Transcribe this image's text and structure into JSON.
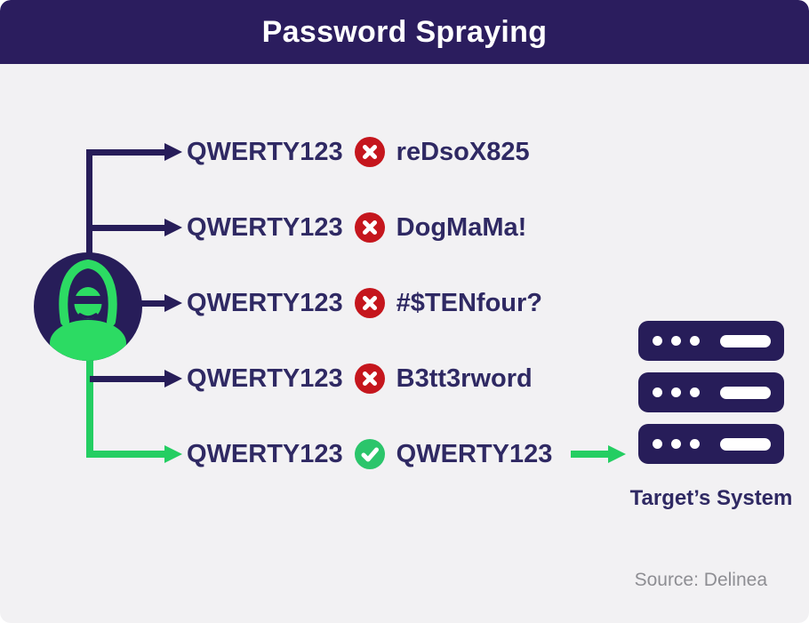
{
  "header": {
    "title": "Password Spraying"
  },
  "diagram": {
    "attacker": "hacker",
    "attempts": [
      {
        "sprayed": "QWERTY123",
        "result": "fail",
        "tried": "reDsoX825"
      },
      {
        "sprayed": "QWERTY123",
        "result": "fail",
        "tried": "DogMaMa!"
      },
      {
        "sprayed": "QWERTY123",
        "result": "fail",
        "tried": "#$TENfour?"
      },
      {
        "sprayed": "QWERTY123",
        "result": "fail",
        "tried": "B3tt3rword"
      },
      {
        "sprayed": "QWERTY123",
        "result": "success",
        "tried": "QWERTY123"
      }
    ],
    "target_label": "Target’s System"
  },
  "footer": {
    "source": "Source: Delinea"
  },
  "colors": {
    "header_bg": "#2B1D5E",
    "navy": "#271D59",
    "text_navy": "#2F2963",
    "red": "#C5161D",
    "green": "#24CE62",
    "green_check": "#2BC56B",
    "green_figure": "#2CDB63",
    "background": "#F2F1F3",
    "muted": "#8E8E93"
  }
}
